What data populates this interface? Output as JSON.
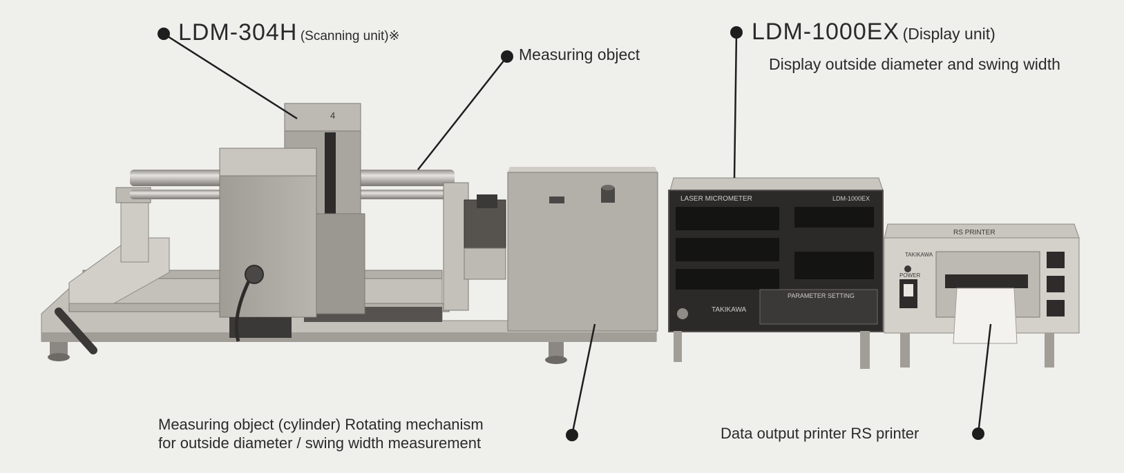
{
  "labels": {
    "scanning_model": "LDM-304H",
    "scanning_desc": "(Scanning unit)※",
    "measuring_object": "Measuring object",
    "display_model": "LDM-1000EX",
    "display_desc": "(Display unit)",
    "display_function": "Display outside diameter and swing width",
    "rotating_line1": "Measuring object (cylinder) Rotating mechanism",
    "rotating_line2": "for outside diameter / swing width measurement",
    "printer_label": "Data output printer RS printer"
  },
  "panel_markings": {
    "display_brand": "LASER MICROMETER",
    "display_model_plate": "LDM-1000EX",
    "display_maker": "TAKIKAWA",
    "parameter_setting": "PARAMETER SETTING",
    "printer_title": "RS PRINTER",
    "printer_maker": "TAKIKAWA",
    "power": "POWER",
    "unit_digit": "4"
  },
  "colors": {
    "background": "#efefec",
    "text": "#2a2a2a",
    "metal_light": "#c9c6c0",
    "metal_mid": "#a8a49e",
    "metal_dark": "#6d6a66",
    "panel_black": "#2b2a29"
  }
}
